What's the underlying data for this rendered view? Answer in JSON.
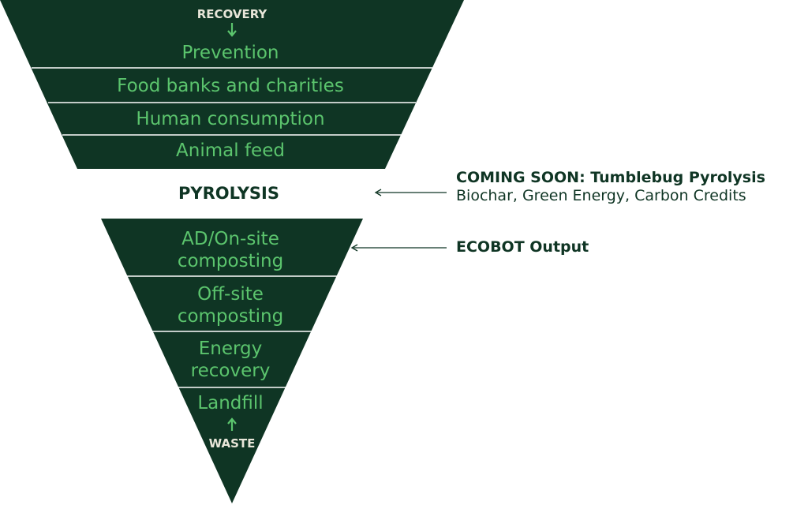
{
  "colors": {
    "fill": "#0f3524",
    "text": "#5bc46d",
    "separator": "#ffffff",
    "caption": "#e8e6d9",
    "dark_text": "#0f3524"
  },
  "upper_funnel": {
    "top_label": "RECOVERY",
    "tiers": [
      {
        "lines": [
          "Prevention"
        ]
      },
      {
        "lines": [
          "Food banks and charities"
        ]
      },
      {
        "lines": [
          "Human consumption"
        ]
      },
      {
        "lines": [
          "Animal feed"
        ]
      }
    ]
  },
  "middle_label": "PYROLYSIS",
  "lower_funnel": {
    "bottom_label": "WASTE",
    "tiers": [
      {
        "lines": [
          "AD/On-site",
          "composting"
        ]
      },
      {
        "lines": [
          "Off-site",
          "composting"
        ]
      },
      {
        "lines": [
          "Energy",
          "recovery"
        ]
      },
      {
        "lines": [
          "Landfill"
        ]
      }
    ]
  },
  "annotations": [
    {
      "title": "COMING SOON: Tumblebug Pyrolysis",
      "subtitle": "Biochar, Green Energy, Carbon Credits"
    },
    {
      "title": "ECOBOT Output"
    }
  ]
}
